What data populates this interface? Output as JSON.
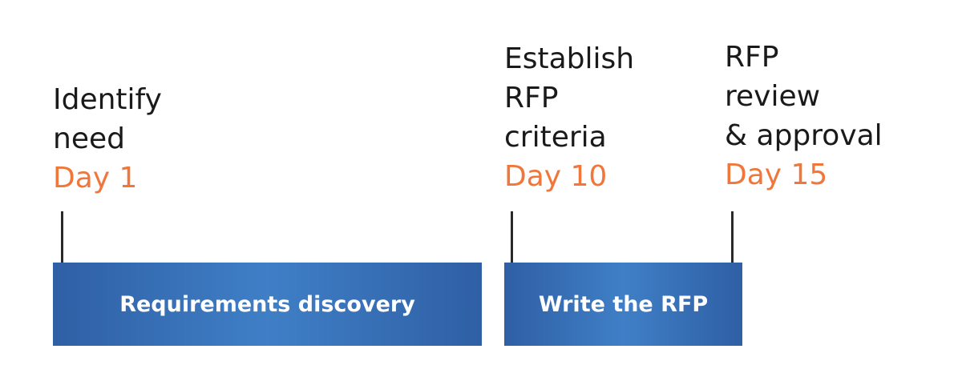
{
  "milestones": [
    {
      "label_lines": [
        "Identify",
        "need"
      ],
      "day": "Day 1"
    },
    {
      "label_lines": [
        "Establish",
        "RFP",
        "criteria"
      ],
      "day": "Day 10"
    },
    {
      "label_lines": [
        "RFP",
        "review",
        "& approval"
      ],
      "day": "Day 15"
    }
  ],
  "phases": [
    {
      "label": "Requirements discovery"
    },
    {
      "label": "Write the RFP"
    }
  ],
  "colors": {
    "day_text": "#f0763a",
    "bar_dark": "#2f5fa5",
    "bar_light": "#3f7fc6",
    "label_text": "#1a1a1a"
  }
}
